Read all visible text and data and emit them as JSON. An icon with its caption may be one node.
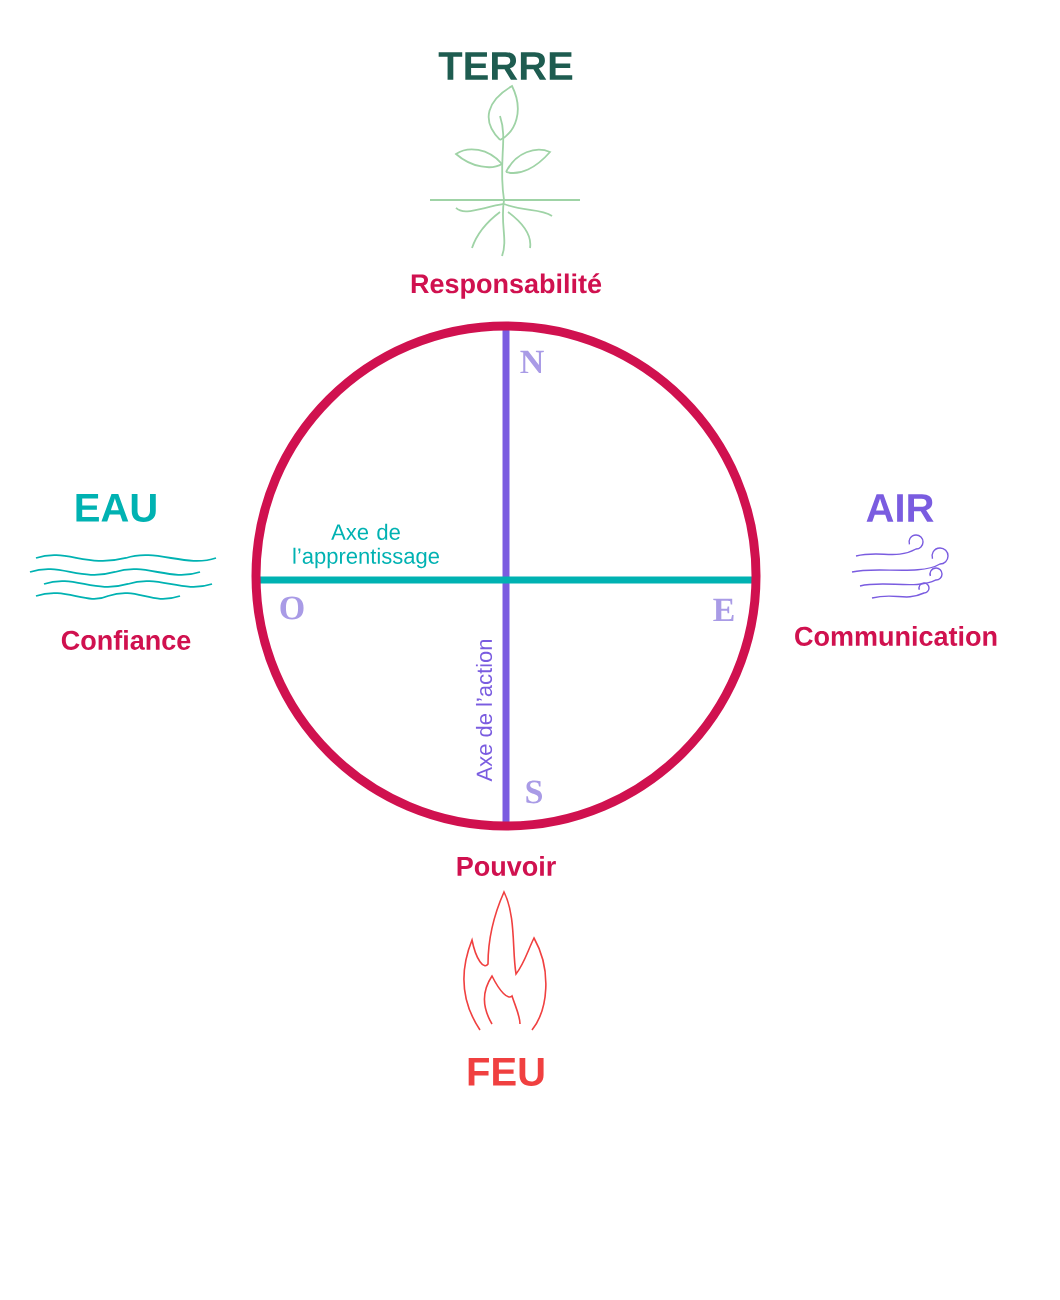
{
  "diagram": {
    "labels": [
      "TERRE",
      "Responsabilité",
      "N",
      "EAU",
      "Axe de l’apprentissage",
      "AIR",
      "O",
      "E",
      "Confiance",
      "Communication",
      "Axe de l’action",
      "S",
      "Pouvoir",
      "FEU"
    ]
  }
}
